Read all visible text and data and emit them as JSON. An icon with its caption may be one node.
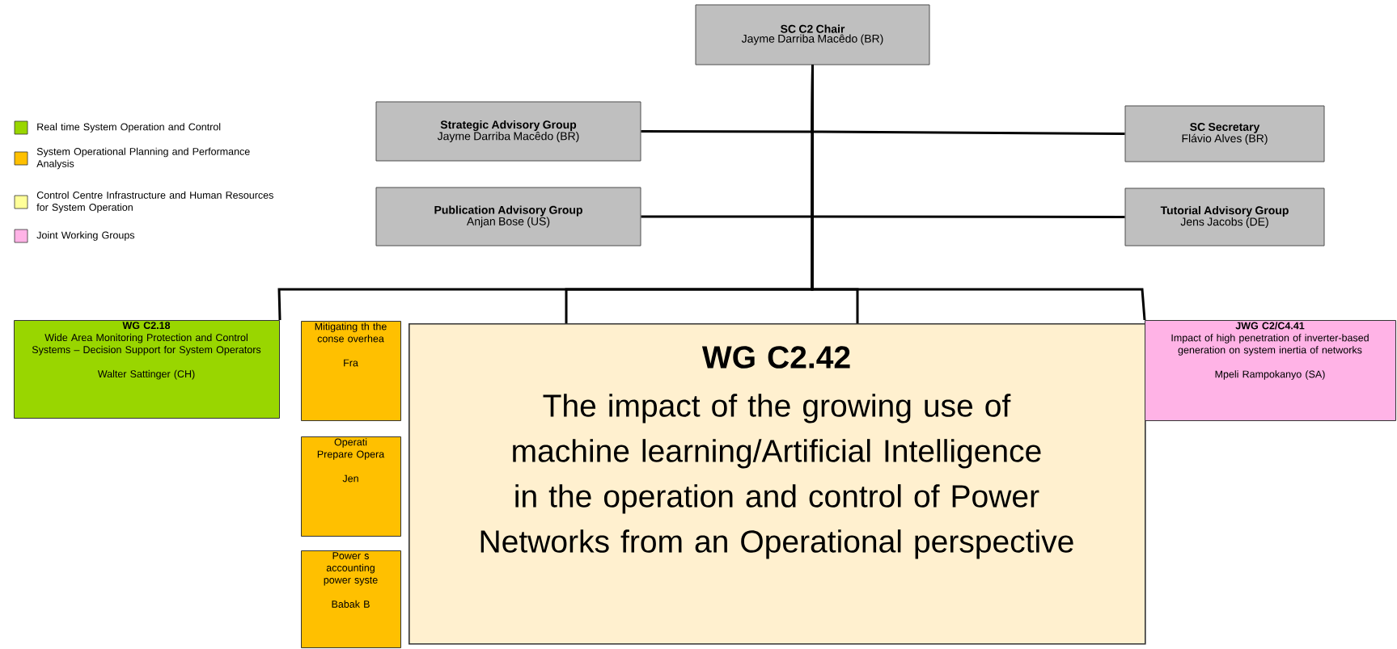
{
  "diagram": {
    "nodes": [
      {
        "text": [
          "SC C2 Chair",
          "Jayme Darriba Macêdo (BR)"
        ]
      },
      {
        "text": [
          "Strategic Advisory Group",
          "Jayme Darriba Macêdo (BR)"
        ]
      },
      {
        "text": [
          "SC Secretary",
          "Flávio Alves (BR)"
        ]
      },
      {
        "text": [
          "Publication Advisory Group",
          "Anjan Bose (US)"
        ]
      },
      {
        "text": [
          "Tutorial Advisory Group",
          "Jens Jacobs (DE)"
        ]
      },
      {
        "text": [
          "WG C2.18",
          "Wide Area Monitoring Protection and Control Systems – Decision Support for System Operators",
          "Walter Sattinger (CH)"
        ]
      },
      {
        "text": [
          "Mitigating th the conse overhea",
          "Fra"
        ]
      },
      {
        "text": [
          "Operati Prepare Opera",
          "Jen"
        ]
      },
      {
        "text": [
          "Power s accounting power syste",
          "Babak B"
        ]
      },
      {
        "text": [
          "WG C2.42",
          "The impact of the growing use of machine learning/Artificial Intelligence in the operation and control of Power Networks from an Operational perspective"
        ]
      },
      {
        "text": [
          "JWG C2/C4.41",
          "Impact of high penetration of inverter-based generation on system inertia of networks",
          "Mpeli Rampokanyo (SA)"
        ]
      }
    ],
    "edges": [
      {
        "from": 0,
        "to": 1,
        "arrow": "none"
      },
      {
        "from": 0,
        "to": 2,
        "arrow": "none"
      },
      {
        "from": 0,
        "to": 3,
        "arrow": "none"
      },
      {
        "from": 0,
        "to": 4,
        "arrow": "none"
      },
      {
        "from": 0,
        "to": 5,
        "arrow": "none"
      },
      {
        "from": 0,
        "to": 9,
        "arrow": "none"
      },
      {
        "from": 0,
        "to": 9,
        "arrow": "none"
      },
      {
        "from": 0,
        "to": 10,
        "arrow": "none"
      }
    ],
    "legend": [
      {
        "text": "Real time System Operation and Control",
        "color": "#99d600"
      },
      {
        "text": "System Operational Planning and Performance Analysis",
        "color": "#ffc000"
      },
      {
        "text": "Control Centre Infrastructure and Human Resources for System Operation",
        "color": "#ffff99"
      },
      {
        "text": "Joint Working Groups",
        "color": "#ffb3e6"
      }
    ]
  }
}
